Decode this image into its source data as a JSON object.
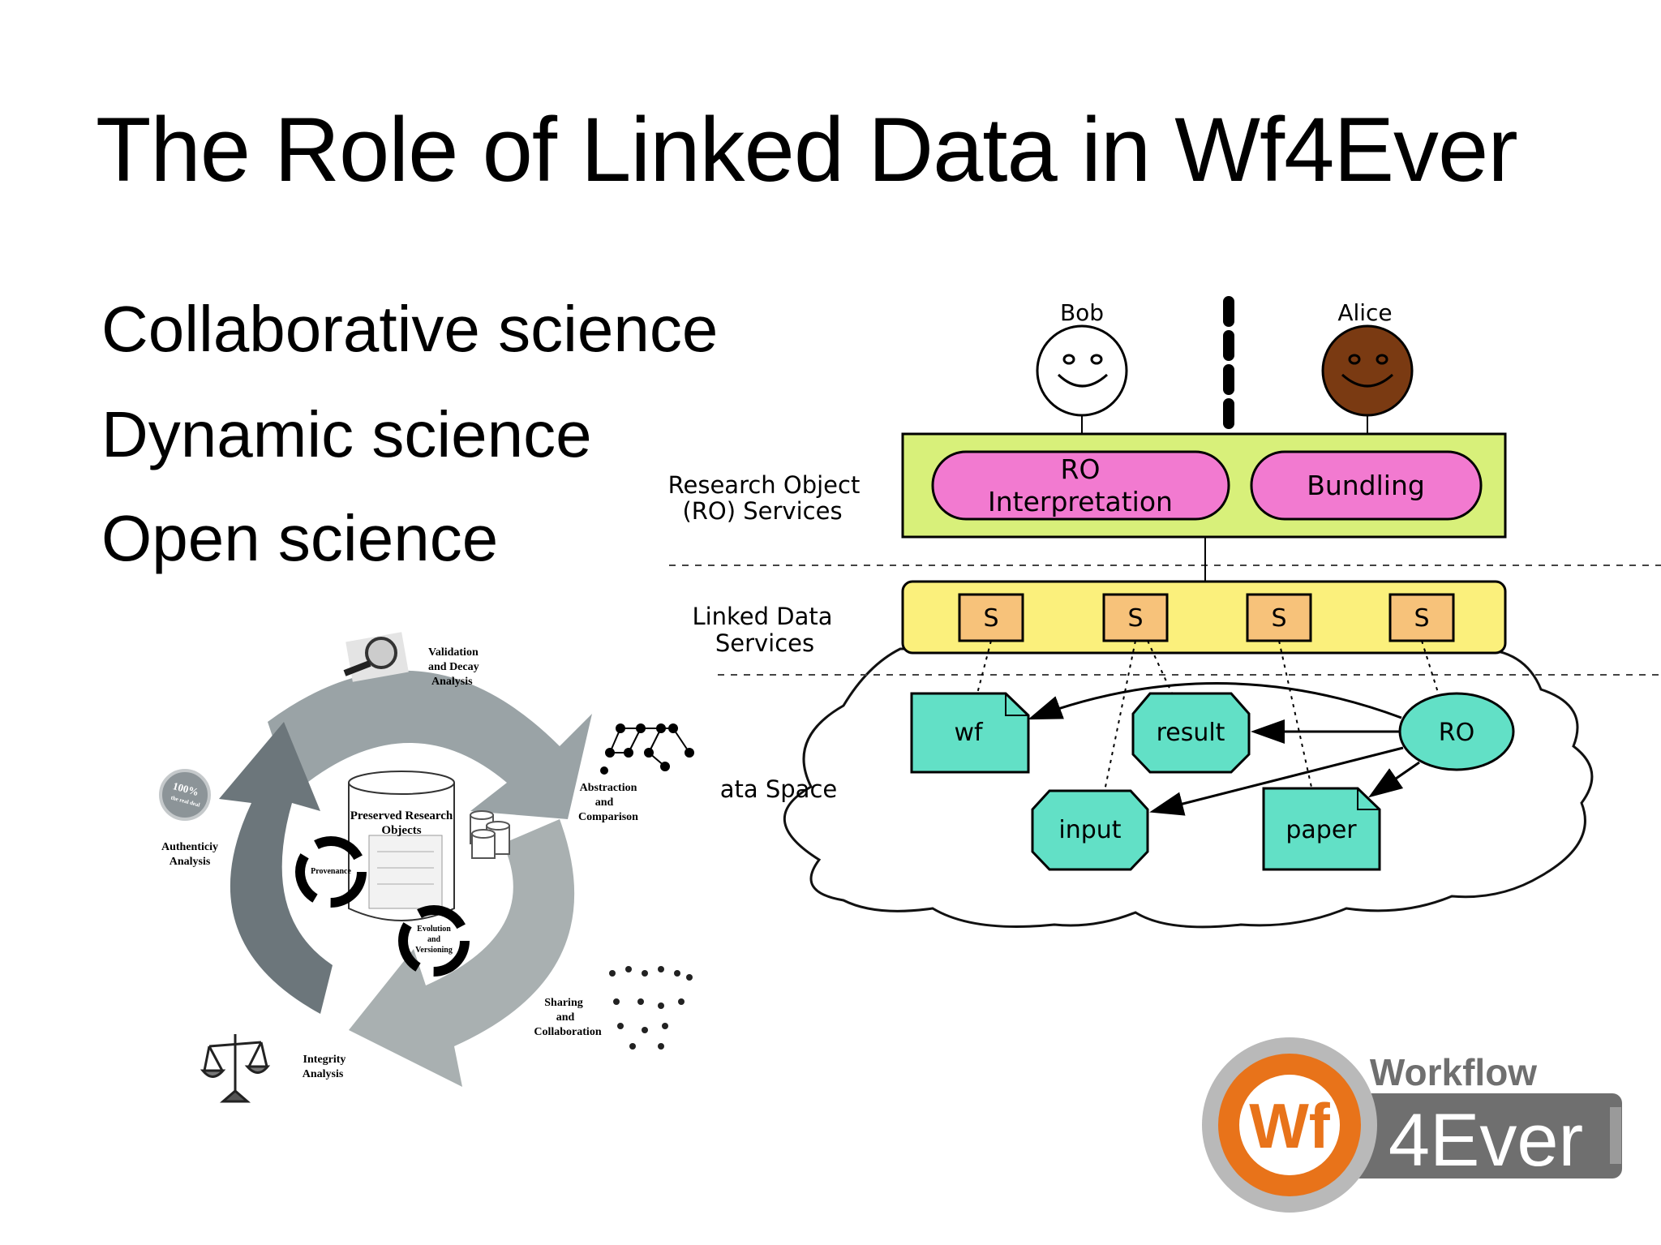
{
  "slide": {
    "title": "The Role of Linked Data in Wf4Ever",
    "bullets": [
      "Collaborative science",
      "Dynamic science",
      "Open science"
    ]
  },
  "lifecycle": {
    "center": [
      "Preserved Research",
      "Objects"
    ],
    "provenance": "Provenance",
    "evolution": [
      "Evolution",
      "and",
      "Versioning"
    ],
    "validation": [
      "Validation",
      "and Decay",
      "Analysis"
    ],
    "abstraction": [
      "Abstraction",
      "and",
      "Comparison"
    ],
    "authenticity": [
      "Authenticiy",
      "Analysis"
    ],
    "sharing": [
      "Sharing",
      "and",
      "Collaboration"
    ],
    "integrity": [
      "Integrity",
      "Analysis"
    ],
    "badge": [
      "100%",
      "the real deal"
    ]
  },
  "architecture": {
    "users": [
      "Bob",
      "Alice"
    ],
    "ro_services_label": [
      "Research Object",
      "(RO) Services"
    ],
    "ro_interpretation": [
      "RO",
      "Interpretation"
    ],
    "bundling": "Bundling",
    "ld_services_label": [
      "Linked Data",
      "Services"
    ],
    "service_box": "S",
    "data_space_label": "ata Space",
    "nodes": {
      "wf": "wf",
      "result": "result",
      "ro": "RO",
      "input": "input",
      "paper": "paper"
    }
  },
  "logo": {
    "top": "Workflow",
    "main": "4Ever",
    "badge": "Wf"
  },
  "colors": {
    "ro_band": "#d8f07a",
    "ro_pill": "#f27ad0",
    "ld_band": "#fbf07c",
    "service": "#f7c27a",
    "node": "#62e0c6",
    "logo_orange": "#e8731a",
    "logo_gray": "#6f6f6f"
  }
}
